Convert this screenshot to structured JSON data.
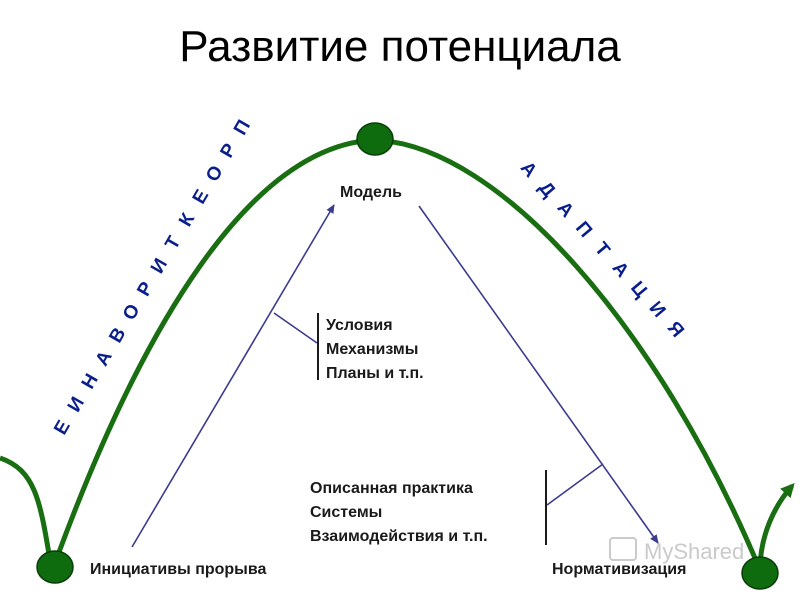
{
  "title": "Развитие потенциала",
  "top_node_label": "Модель",
  "left_node_label": "Инициативы прорыва",
  "right_node_label": "Нормативизация",
  "left_curve_label": "ПРОЕКТИРОВАНИЕ",
  "right_curve_label": "АДАПТАЦИЯ",
  "upper_bracket_items": [
    "Условия",
    "Механизмы",
    "Планы и т.п."
  ],
  "lower_bracket_items": [
    "Описанная практика",
    "Системы",
    "Взаимодействия и т.п."
  ],
  "watermark": "MyShared",
  "colors": {
    "curve": "#1a6e12",
    "node_fill": "#0e6b0e",
    "arrow": "#3b3b8f",
    "vertical_text": "#0a1f8c"
  }
}
